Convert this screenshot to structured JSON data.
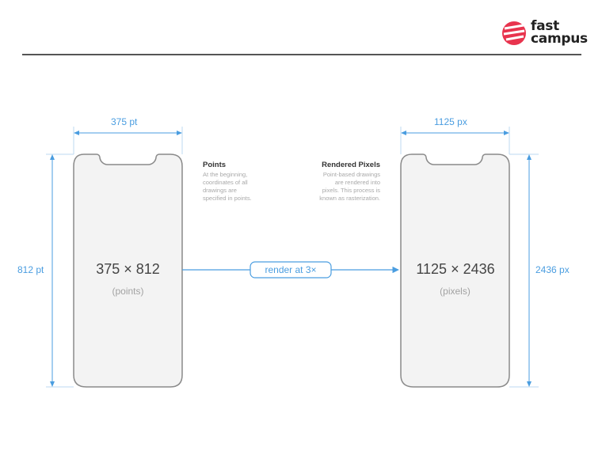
{
  "brand": {
    "line1": "fast",
    "line2": "campus",
    "accent": "#E8344E"
  },
  "left_device": {
    "width_label": "375 pt",
    "height_label": "812 pt",
    "size_label": "375 × 812",
    "unit_label": "(points)"
  },
  "right_device": {
    "width_label": "1125 px",
    "height_label": "2436 px",
    "size_label": "1125 × 2436",
    "unit_label": "(pixels)"
  },
  "render_label": "render at 3×",
  "points_desc": {
    "title": "Points",
    "lines": [
      "At the beginning,",
      "coordinates of all",
      "drawings are",
      "specified in points."
    ]
  },
  "pixels_desc": {
    "title": "Rendered Pixels",
    "lines": [
      "Point-based drawings",
      "are rendered into",
      "pixels. This process is",
      "known as rasterization."
    ]
  },
  "colors": {
    "accent_blue": "#4A9DE0",
    "device_fill": "#F3F3F3",
    "device_stroke": "#8A8A8A"
  }
}
